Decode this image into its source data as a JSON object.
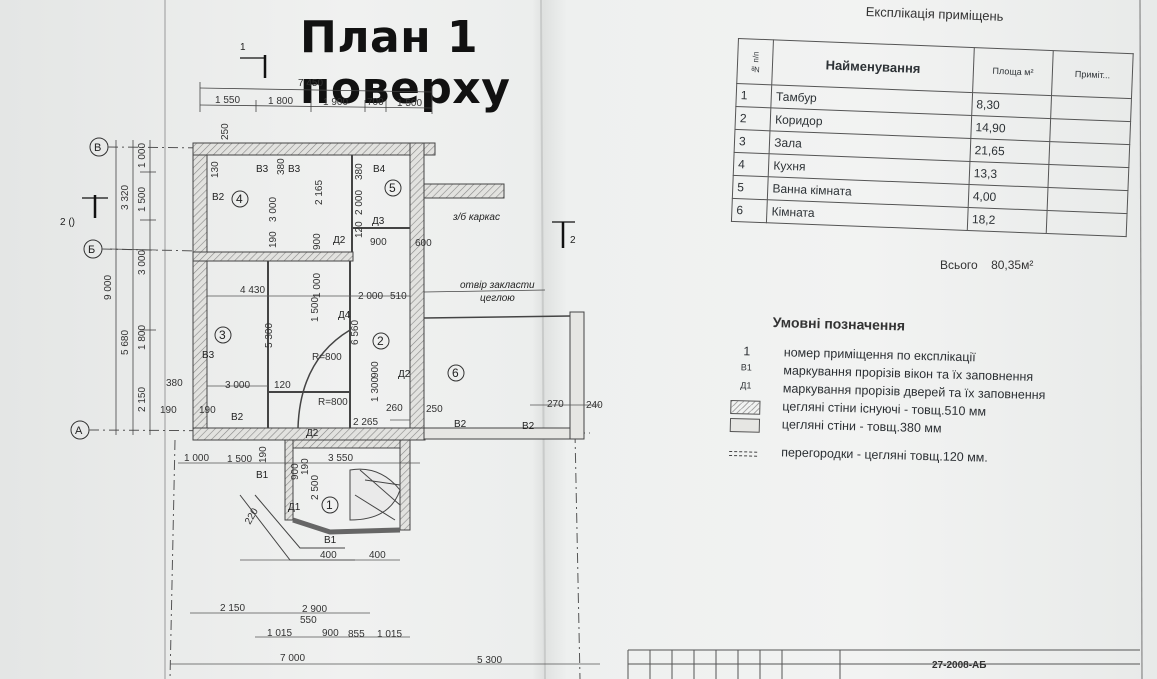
{
  "title": "План 1 поверху",
  "explication": {
    "title": "Експлікація приміщень",
    "headers": {
      "num": "№ п/п",
      "name": "Найменування",
      "area": "Площа м²",
      "note": "Приміт..."
    },
    "rows": [
      {
        "num": "1",
        "name": "Тамбур",
        "area": "8,30"
      },
      {
        "num": "2",
        "name": "Коридор",
        "area": "14,90"
      },
      {
        "num": "3",
        "name": "Зала",
        "area": "21,65"
      },
      {
        "num": "4",
        "name": "Кухня",
        "area": "13,3"
      },
      {
        "num": "5",
        "name": "Ванна кімната",
        "area": "4,00"
      },
      {
        "num": "6",
        "name": "Кімната",
        "area": "18,2"
      }
    ],
    "total_label": "Всього",
    "total_value": "80,35м²"
  },
  "legend": {
    "title": "Умовні позначення",
    "items": [
      {
        "key": "1",
        "text": "номер приміщення по експлікації"
      },
      {
        "key": "В1",
        "text": "маркування прорізів вікон та їх заповнення"
      },
      {
        "key": "Д1",
        "text": "маркування прорізів дверей та їх заповнення"
      },
      {
        "key": "",
        "text": "цегляні стіни існуючі - товщ.510 мм"
      },
      {
        "key": "",
        "text": "цегляні стіни - товщ.380 мм"
      },
      {
        "key": "",
        "text": "перегородки - цегляні товщ.120 мм."
      }
    ]
  },
  "stamp": {
    "code": "27-2008-АБ"
  },
  "plan": {
    "axes": {
      "a": "А",
      "b": "Б",
      "v": "В"
    },
    "section_1": "1",
    "section_2": "2",
    "section_2_left": "2 ()",
    "top_dims_total": "7 450",
    "top_dims": [
      "1 550",
      "1 800",
      "1 900",
      "700",
      "1 500"
    ],
    "left_dims_a": [
      "3 320",
      "5 680",
      "9 000"
    ],
    "left_dims_b": [
      "1 000",
      "1 500",
      "3 000",
      "1 800",
      "2 150"
    ],
    "rooms": [
      "1",
      "2",
      "3",
      "4",
      "5",
      "6"
    ],
    "windows": [
      "В1",
      "В1",
      "В2",
      "В2",
      "В2",
      "В2",
      "В3",
      "В3",
      "В3",
      "В4"
    ],
    "doors": [
      "Д1",
      "Д2",
      "Д2",
      "Д2",
      "Д3",
      "Д4"
    ],
    "notes": [
      "з/б каркас",
      "отвір закласти",
      "цеглою"
    ],
    "inner_dims": [
      "4 430",
      "2 000",
      "510",
      "3 000",
      "120",
      "380",
      "190",
      "190",
      "2 265",
      "270",
      "240",
      "260",
      "250",
      "1 300",
      "900",
      "1 500",
      "5 300",
      "6 560",
      "1 000",
      "3 000",
      "2 165",
      "2 000",
      "380",
      "900",
      "900",
      "600",
      "120",
      "190",
      "130",
      "250",
      "380",
      "R=800",
      "R=800"
    ],
    "bottom_dims_porch": [
      "1 000",
      "1 500",
      "190",
      "3 550",
      "900",
      "2 500",
      "190",
      "220",
      "400",
      "400"
    ],
    "bottom_dims_1": [
      "2 150",
      "2 900"
    ],
    "bottom_dims_2": [
      "1 015",
      "550",
      "900",
      "855",
      "1 015"
    ],
    "bottom_dims_3": [
      "7 000",
      "5 300"
    ]
  }
}
